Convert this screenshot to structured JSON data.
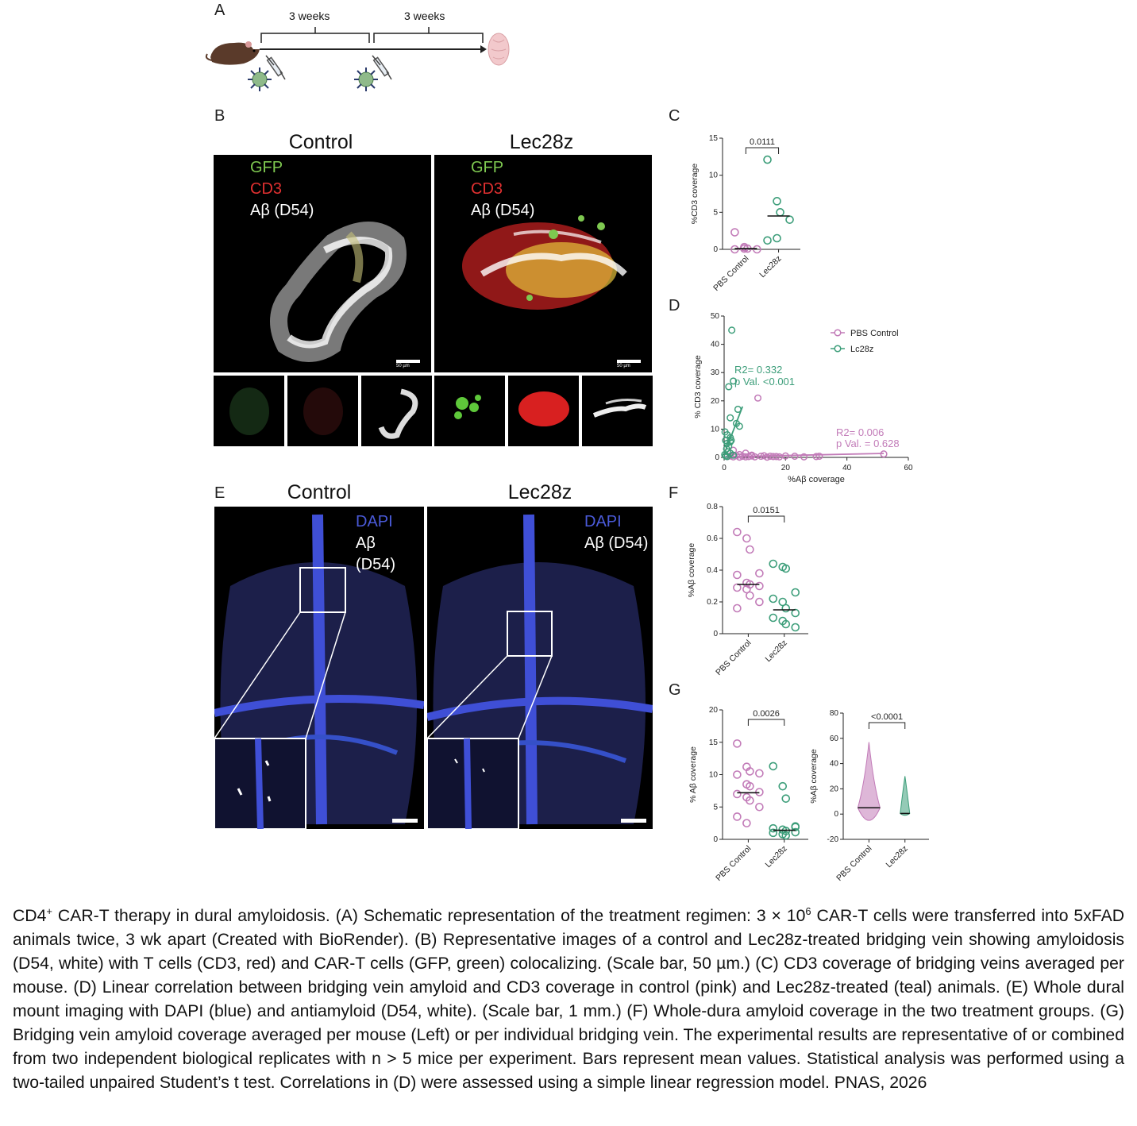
{
  "panels": {
    "a": {
      "label": "A",
      "week1": "3 weeks",
      "week2": "3 weeks"
    },
    "b": {
      "label": "B",
      "title_left": "Control",
      "title_right": "Lec28z",
      "channels": [
        "GFP",
        "CD3",
        "Aβ (D54)"
      ],
      "scale": "50 µm"
    },
    "c": {
      "label": "C"
    },
    "d": {
      "label": "D"
    },
    "e": {
      "label": "E",
      "title_left": "Control",
      "title_right": "Lec28z",
      "channels": [
        "DAPI",
        "Aβ (D54)"
      ]
    },
    "f": {
      "label": "F"
    },
    "g": {
      "label": "G"
    }
  },
  "colors": {
    "pbs": "#c27bb8",
    "lec": "#3d9e7a",
    "gfp": "#7ec850",
    "cd3": "#e03030",
    "dapi": "#4a5ad8"
  },
  "chart_data": [
    {
      "panel": "C",
      "type": "scatter",
      "ylabel": "%CD3 coverage",
      "categories": [
        "PBS Control",
        "Lec28z"
      ],
      "yticks": [
        0,
        5,
        10,
        15
      ],
      "ylim": [
        0,
        15
      ],
      "pvalue": "0.0111",
      "series": [
        {
          "values": [
            2.3,
            0.3,
            0.1,
            0.0,
            0.0,
            0.1
          ],
          "mean": 0.1
        },
        {
          "values": [
            12.1,
            6.5,
            5.0,
            4.0,
            1.2,
            1.5
          ],
          "mean": 4.5
        }
      ]
    },
    {
      "panel": "D",
      "type": "scatter",
      "xlabel": "%Aβ coverage",
      "ylabel": "% CD3 coverage",
      "xticks": [
        0,
        20,
        40,
        60
      ],
      "yticks": [
        0,
        10,
        20,
        30,
        40,
        50
      ],
      "xlim": [
        0,
        60
      ],
      "ylim": [
        0,
        50
      ],
      "legend": [
        "PBS Control",
        "Lc28z"
      ],
      "annotations": {
        "lec_r2": "R2= 0.332",
        "lec_p": "p Val. <0.001",
        "pbs_r2": "R2= 0.006",
        "pbs_p": "p Val. = 0.628"
      },
      "series": [
        {
          "points": [
            [
              1,
              0.3
            ],
            [
              2,
              0.5
            ],
            [
              3,
              0.2
            ],
            [
              4,
              0.6
            ],
            [
              5,
              0.1
            ],
            [
              6,
              0.4
            ],
            [
              7,
              0.2
            ],
            [
              8,
              0.3
            ],
            [
              9,
              0.5
            ],
            [
              10,
              0.2
            ],
            [
              12,
              0.4
            ],
            [
              14,
              0.1
            ],
            [
              16,
              0.3
            ],
            [
              18,
              0.2
            ],
            [
              20,
              0.5
            ],
            [
              23,
              0.4
            ],
            [
              26,
              0.2
            ],
            [
              30,
              0.3
            ],
            [
              31,
              0.4
            ],
            [
              52,
              1.2
            ],
            [
              11,
              21
            ],
            [
              3,
              2.5
            ],
            [
              5,
              1.0
            ],
            [
              7,
              1.5
            ],
            [
              9,
              0.8
            ],
            [
              13,
              0.6
            ],
            [
              15,
              0.4
            ],
            [
              17,
              0.3
            ]
          ],
          "fit": [
            [
              0,
              0.2
            ],
            [
              52,
              1.4
            ]
          ]
        },
        {
          "points": [
            [
              0.3,
              9
            ],
            [
              0.5,
              6
            ],
            [
              1,
              5
            ],
            [
              1.5,
              4
            ],
            [
              0.8,
              3
            ],
            [
              1.2,
              2
            ],
            [
              2,
              7
            ],
            [
              2.3,
              6
            ],
            [
              2.5,
              45
            ],
            [
              1.5,
              25
            ],
            [
              2,
              14
            ],
            [
              3,
              27
            ],
            [
              4,
              12
            ],
            [
              4.5,
              17
            ],
            [
              5,
              11
            ],
            [
              0.2,
              1
            ],
            [
              0.5,
              0.5
            ],
            [
              1,
              0.3
            ],
            [
              2,
              1.5
            ],
            [
              3,
              0.8
            ],
            [
              1,
              8
            ],
            [
              2,
              5.5
            ]
          ],
          "fit": [
            [
              0,
              1
            ],
            [
              6,
              18
            ]
          ]
        }
      ]
    },
    {
      "panel": "F",
      "type": "scatter",
      "ylabel": "%Aβ coverage",
      "categories": [
        "PBS Control",
        "Lec28z"
      ],
      "yticks": [
        0.0,
        0.2,
        0.4,
        0.6,
        0.8
      ],
      "ylim": [
        0,
        0.8
      ],
      "pvalue": "0.0151",
      "series": [
        {
          "values": [
            0.64,
            0.6,
            0.53,
            0.38,
            0.37,
            0.32,
            0.31,
            0.3,
            0.29,
            0.28,
            0.24,
            0.2,
            0.16
          ],
          "mean": 0.31
        },
        {
          "values": [
            0.44,
            0.42,
            0.41,
            0.26,
            0.22,
            0.2,
            0.16,
            0.13,
            0.1,
            0.08,
            0.06,
            0.04
          ],
          "mean": 0.15
        }
      ]
    },
    {
      "panel": "G-left",
      "type": "scatter",
      "ylabel": "% Aβ coverage",
      "categories": [
        "PBS Control",
        "Lec28z"
      ],
      "yticks": [
        0,
        5,
        10,
        15,
        20
      ],
      "ylim": [
        0,
        20
      ],
      "pvalue": "0.0026",
      "series": [
        {
          "values": [
            14.8,
            11.2,
            10.5,
            10.2,
            10.0,
            8.5,
            8.2,
            7.3,
            7.0,
            6.5,
            6.0,
            5.0,
            3.5,
            2.5
          ],
          "mean": 7.2
        },
        {
          "values": [
            11.3,
            8.2,
            6.3,
            2.0,
            1.7,
            1.5,
            1.3,
            1.1,
            1.0,
            0.8,
            0.6,
            1.9
          ],
          "mean": 1.4
        }
      ]
    },
    {
      "panel": "G-right",
      "type": "violin",
      "ylabel": "%Aβ coverage",
      "categories": [
        "PBS Control",
        "Lec28z"
      ],
      "yticks": [
        -20,
        0,
        20,
        40,
        60,
        80
      ],
      "ylim": [
        -20,
        80
      ],
      "pvalue": "<0.0001",
      "series": [
        {
          "max": 57,
          "min": -5,
          "median": 5
        },
        {
          "max": 30,
          "min": -1,
          "median": 0.5
        }
      ]
    }
  ],
  "caption": {
    "p1": "CD4",
    "p1sup": "+",
    "p2": " CAR-T therapy in dural amyloidosis. (A) Schematic representation of the treatment regimen: 3 × 10",
    "p2sup": "6",
    "p3": " CAR-T cells were transferred into 5xFAD animals twice, 3 wk apart (Created with BioRender). (B) Representative images of a control and Lec28z-treated bridging vein showing amyloidosis (D54, white) with T cells (CD3, red) and CAR-T cells (GFP, green) colocalizing. (Scale bar, 50 µm.) (C) CD3 coverage of bridging veins averaged per mouse. (D) Linear correlation between bridging vein amyloid and CD3 coverage in control (pink) and Lec28z-treated (teal) animals. (E) Whole dural mount imaging with DAPI (blue) and antiamyloid (D54, white). (Scale bar, 1 mm.) (F) Whole-dura amyloid coverage in the two treatment groups. (G) Bridging vein amyloid coverage averaged per mouse (Left) or per individual bridging vein. The experimental results are representative of or combined from two independent biological replicates with n > 5 mice per experiment. Bars represent mean values. Statistical analysis was performed using a two-tailed unpaired Student’s t test. Correlations in (D) were assessed using a simple linear regression model. PNAS, 2026"
  }
}
